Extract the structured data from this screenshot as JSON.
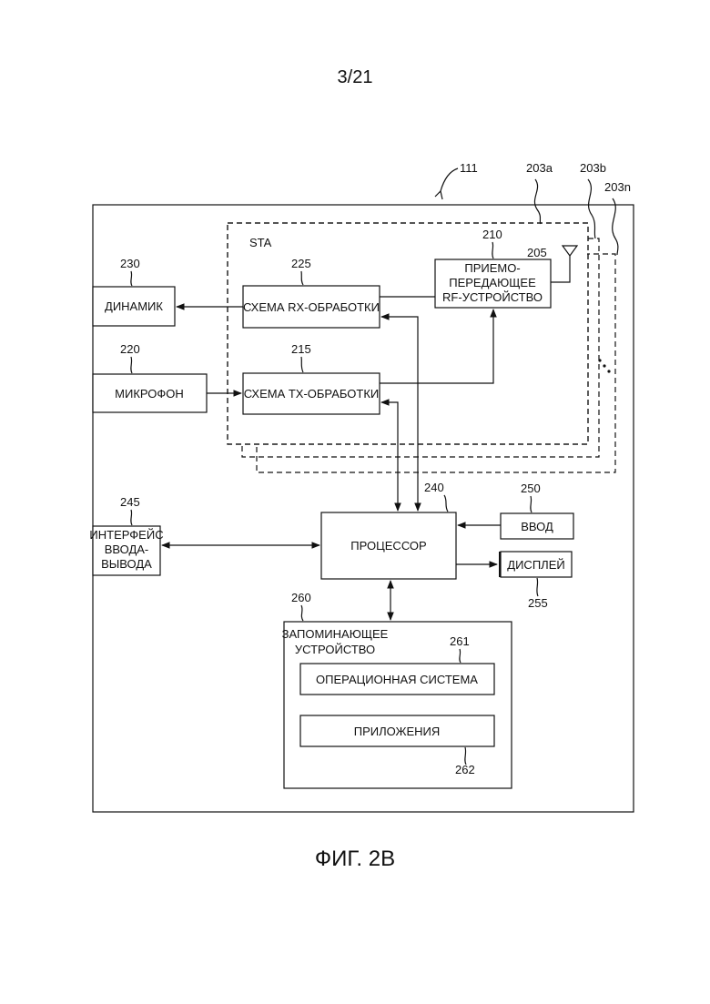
{
  "page_number": "3/21",
  "figure_caption": "ФИГ. 2В",
  "refs": {
    "device": "111",
    "sta_a": "203a",
    "sta_b": "203b",
    "sta_n": "203n",
    "speaker": "230",
    "microphone": "220",
    "rx": "225",
    "tx": "215",
    "rf": "210",
    "antenna": "205",
    "io": "245",
    "processor": "240",
    "input": "250",
    "display": "255",
    "memory": "260",
    "os": "261",
    "apps": "262"
  },
  "labels": {
    "sta": "STA",
    "speaker": "ДИНАМИК",
    "microphone": "МИКРОФОН",
    "rx": "СХЕМА RX-ОБРАБОТКИ",
    "tx": "СХЕМА TX-ОБРАБОТКИ",
    "rf_line1": "ПРИЕМО-",
    "rf_line2": "ПЕРЕДАЮЩЕЕ",
    "rf_line3": "RF-УСТРОЙСТВО",
    "io_line1": "ИНТЕРФЕЙС",
    "io_line2": "ВВОДА-",
    "io_line3": "ВЫВОДА",
    "processor": "ПРОЦЕССОР",
    "input": "ВВОД",
    "display": "ДИСПЛЕЙ",
    "memory_line1": "ЗАПОМИНАЮЩЕЕ",
    "memory_line2": "УСТРОЙСТВО",
    "os": "ОПЕРАЦИОННАЯ СИСТЕМА",
    "apps": "ПРИЛОЖЕНИЯ"
  }
}
